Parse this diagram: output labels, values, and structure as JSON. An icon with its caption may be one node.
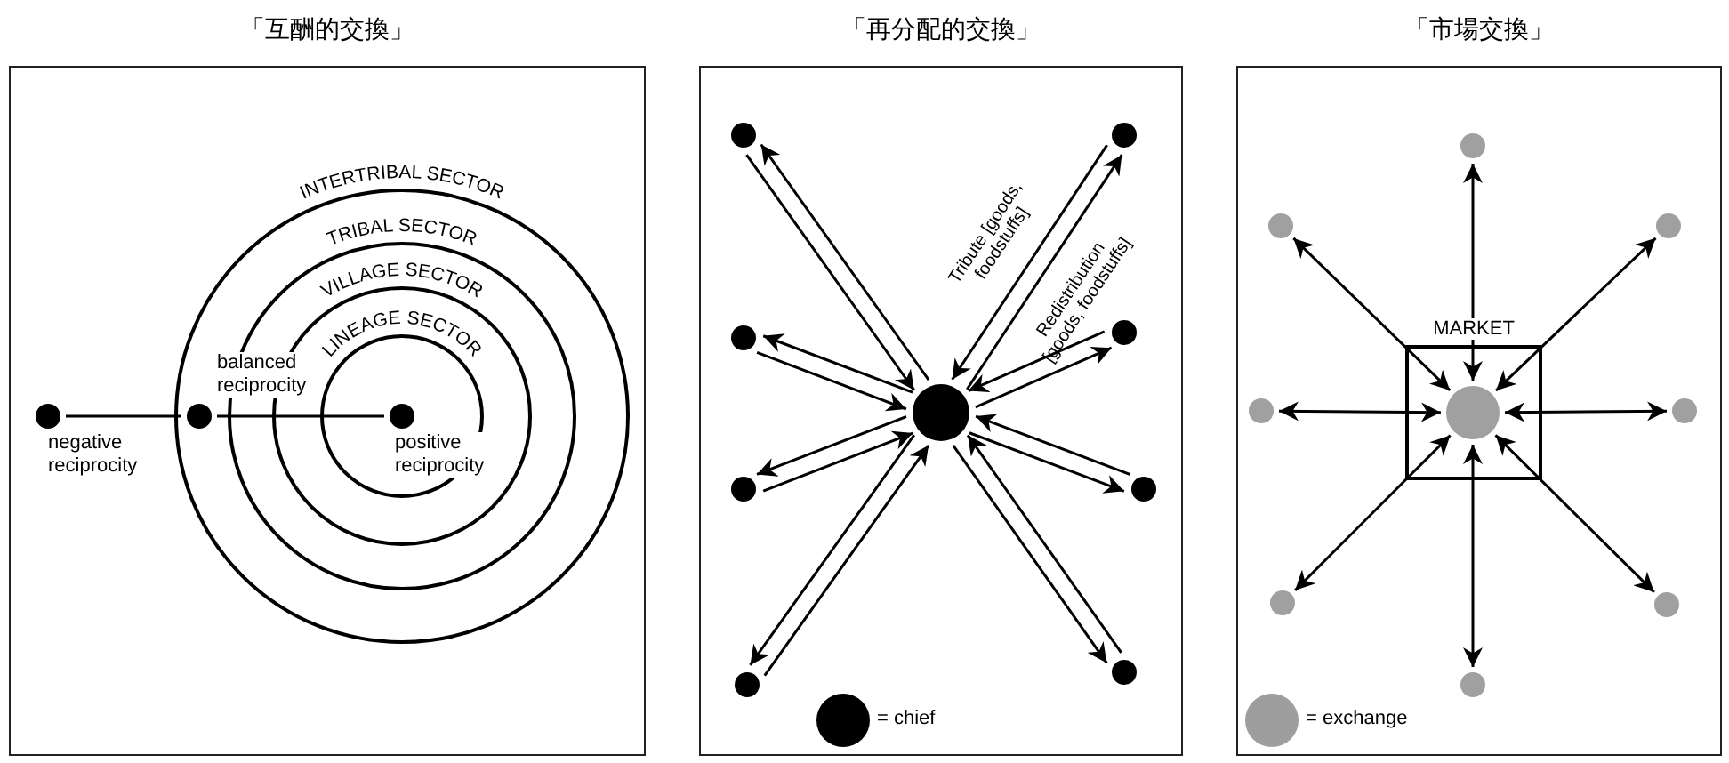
{
  "diagram": {
    "nodes": [
      {
        "text": [
          "「互酬的交換」"
        ]
      },
      {
        "text": [
          "INTERTRIBAL SECTOR"
        ],
        "in": 0
      },
      {
        "text": [
          "TRIBAL SECTOR"
        ],
        "in": 1
      },
      {
        "text": [
          "VILLAGE SECTOR"
        ],
        "in": 2
      },
      {
        "text": [
          "LINEAGE SECTOR"
        ],
        "in": 3
      },
      {
        "text": [],
        "shape": "circle",
        "beside": [
          "negative reciprocity"
        ],
        "in": 0
      },
      {
        "text": [],
        "shape": "circle",
        "beside": [
          "balanced reciprocity"
        ],
        "in": 1
      },
      {
        "text": [],
        "shape": "circle",
        "beside": [
          "positive reciprocity"
        ],
        "in": 4
      },
      {
        "text": [
          "「再分配的交換」"
        ]
      },
      {
        "text": [],
        "shape": "circle",
        "in": 8
      },
      {
        "text": [],
        "shape": "circle",
        "in": 8
      },
      {
        "text": [],
        "shape": "circle",
        "in": 8
      },
      {
        "text": [],
        "shape": "circle",
        "in": 8
      },
      {
        "text": [],
        "shape": "circle",
        "in": 8
      },
      {
        "text": [],
        "shape": "circle",
        "in": 8
      },
      {
        "text": [],
        "shape": "circle",
        "in": 8
      },
      {
        "text": [],
        "shape": "circle",
        "in": 8
      },
      {
        "text": [],
        "shape": "circle",
        "in": 8
      },
      {
        "text": [
          "「市場交換」"
        ]
      },
      {
        "text": [
          "MARKET"
        ],
        "in": 18
      },
      {
        "text": [],
        "shape": "circle",
        "in": 19
      },
      {
        "text": [],
        "shape": "circle",
        "in": 18
      },
      {
        "text": [],
        "shape": "circle",
        "in": 18
      },
      {
        "text": [],
        "shape": "circle",
        "in": 18
      },
      {
        "text": [],
        "shape": "circle",
        "in": 18
      },
      {
        "text": [],
        "shape": "circle",
        "in": 18
      },
      {
        "text": [],
        "shape": "circle",
        "in": 18
      },
      {
        "text": [],
        "shape": "circle",
        "in": 18
      },
      {
        "text": [],
        "shape": "circle",
        "in": 18
      }
    ],
    "edges": [
      {
        "from": 5,
        "to": 6,
        "arrow": "none"
      },
      {
        "from": 6,
        "to": 7,
        "arrow": "none"
      },
      {
        "from": 9,
        "to": 10,
        "arrow": "to"
      },
      {
        "from": 10,
        "to": 9,
        "arrow": "to"
      },
      {
        "from": 9,
        "to": 11,
        "arrow": "to",
        "label": "Redistribution [goods, foodstuffs]"
      },
      {
        "from": 11,
        "to": 9,
        "arrow": "to",
        "label": "Tribute [goods, foodstuffs]"
      },
      {
        "from": 9,
        "to": 12,
        "arrow": "to"
      },
      {
        "from": 12,
        "to": 9,
        "arrow": "to"
      },
      {
        "from": 9,
        "to": 13,
        "arrow": "to"
      },
      {
        "from": 13,
        "to": 9,
        "arrow": "to"
      },
      {
        "from": 9,
        "to": 14,
        "arrow": "to"
      },
      {
        "from": 14,
        "to": 9,
        "arrow": "to"
      },
      {
        "from": 9,
        "to": 15,
        "arrow": "to"
      },
      {
        "from": 15,
        "to": 9,
        "arrow": "to"
      },
      {
        "from": 9,
        "to": 16,
        "arrow": "to"
      },
      {
        "from": 16,
        "to": 9,
        "arrow": "to"
      },
      {
        "from": 9,
        "to": 17,
        "arrow": "to"
      },
      {
        "from": 17,
        "to": 9,
        "arrow": "to"
      },
      {
        "from": 20,
        "to": 21,
        "arrow": "both"
      },
      {
        "from": 20,
        "to": 22,
        "arrow": "both"
      },
      {
        "from": 20,
        "to": 23,
        "arrow": "both"
      },
      {
        "from": 20,
        "to": 24,
        "arrow": "both"
      },
      {
        "from": 20,
        "to": 25,
        "arrow": "both"
      },
      {
        "from": 20,
        "to": 26,
        "arrow": "both"
      },
      {
        "from": 20,
        "to": 27,
        "arrow": "both"
      },
      {
        "from": 20,
        "to": 28,
        "arrow": "both"
      }
    ],
    "legend": [
      {
        "text": "= chief",
        "color": "#000000"
      },
      {
        "text": "= exchange",
        "color": "#9e9e9e"
      }
    ]
  }
}
